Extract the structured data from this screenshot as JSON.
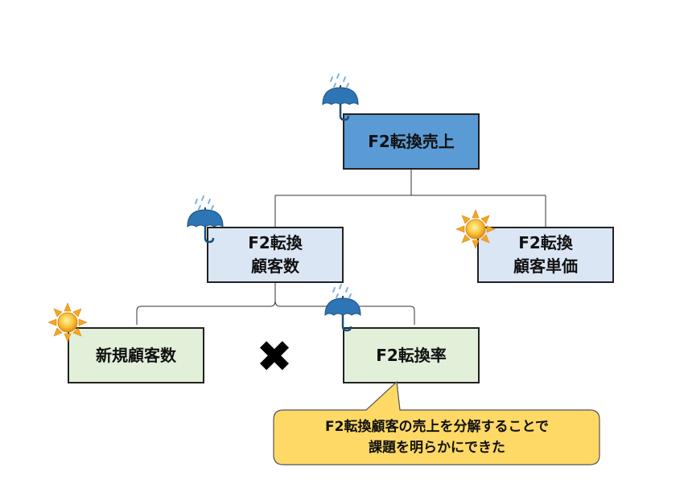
{
  "nodes": {
    "root": {
      "label": "F2転換売上",
      "weather": "umbrella-icon"
    },
    "customers": {
      "label": "F2転換\n顧客数",
      "weather": "umbrella-icon"
    },
    "unit_price": {
      "label": "F2転換\n顧客単価",
      "weather": "sun-icon"
    },
    "new_customers": {
      "label": "新規顧客数",
      "weather": "sun-icon"
    },
    "conversion_rate": {
      "label": "F2転換率",
      "weather": "umbrella-icon"
    }
  },
  "operator": {
    "symbol": "✖",
    "icon": "multiply-icon"
  },
  "callout": {
    "text": "F2転換顧客の売上を分解することで\n課題を明らかにできた"
  },
  "colors": {
    "root_fill": "#5b9bd5",
    "level2_fill": "#dae6f4",
    "level3_fill": "#e2efd9",
    "callout_fill": "#ffd966",
    "umbrella": "#2e75b6",
    "sun": "#f5a623"
  }
}
